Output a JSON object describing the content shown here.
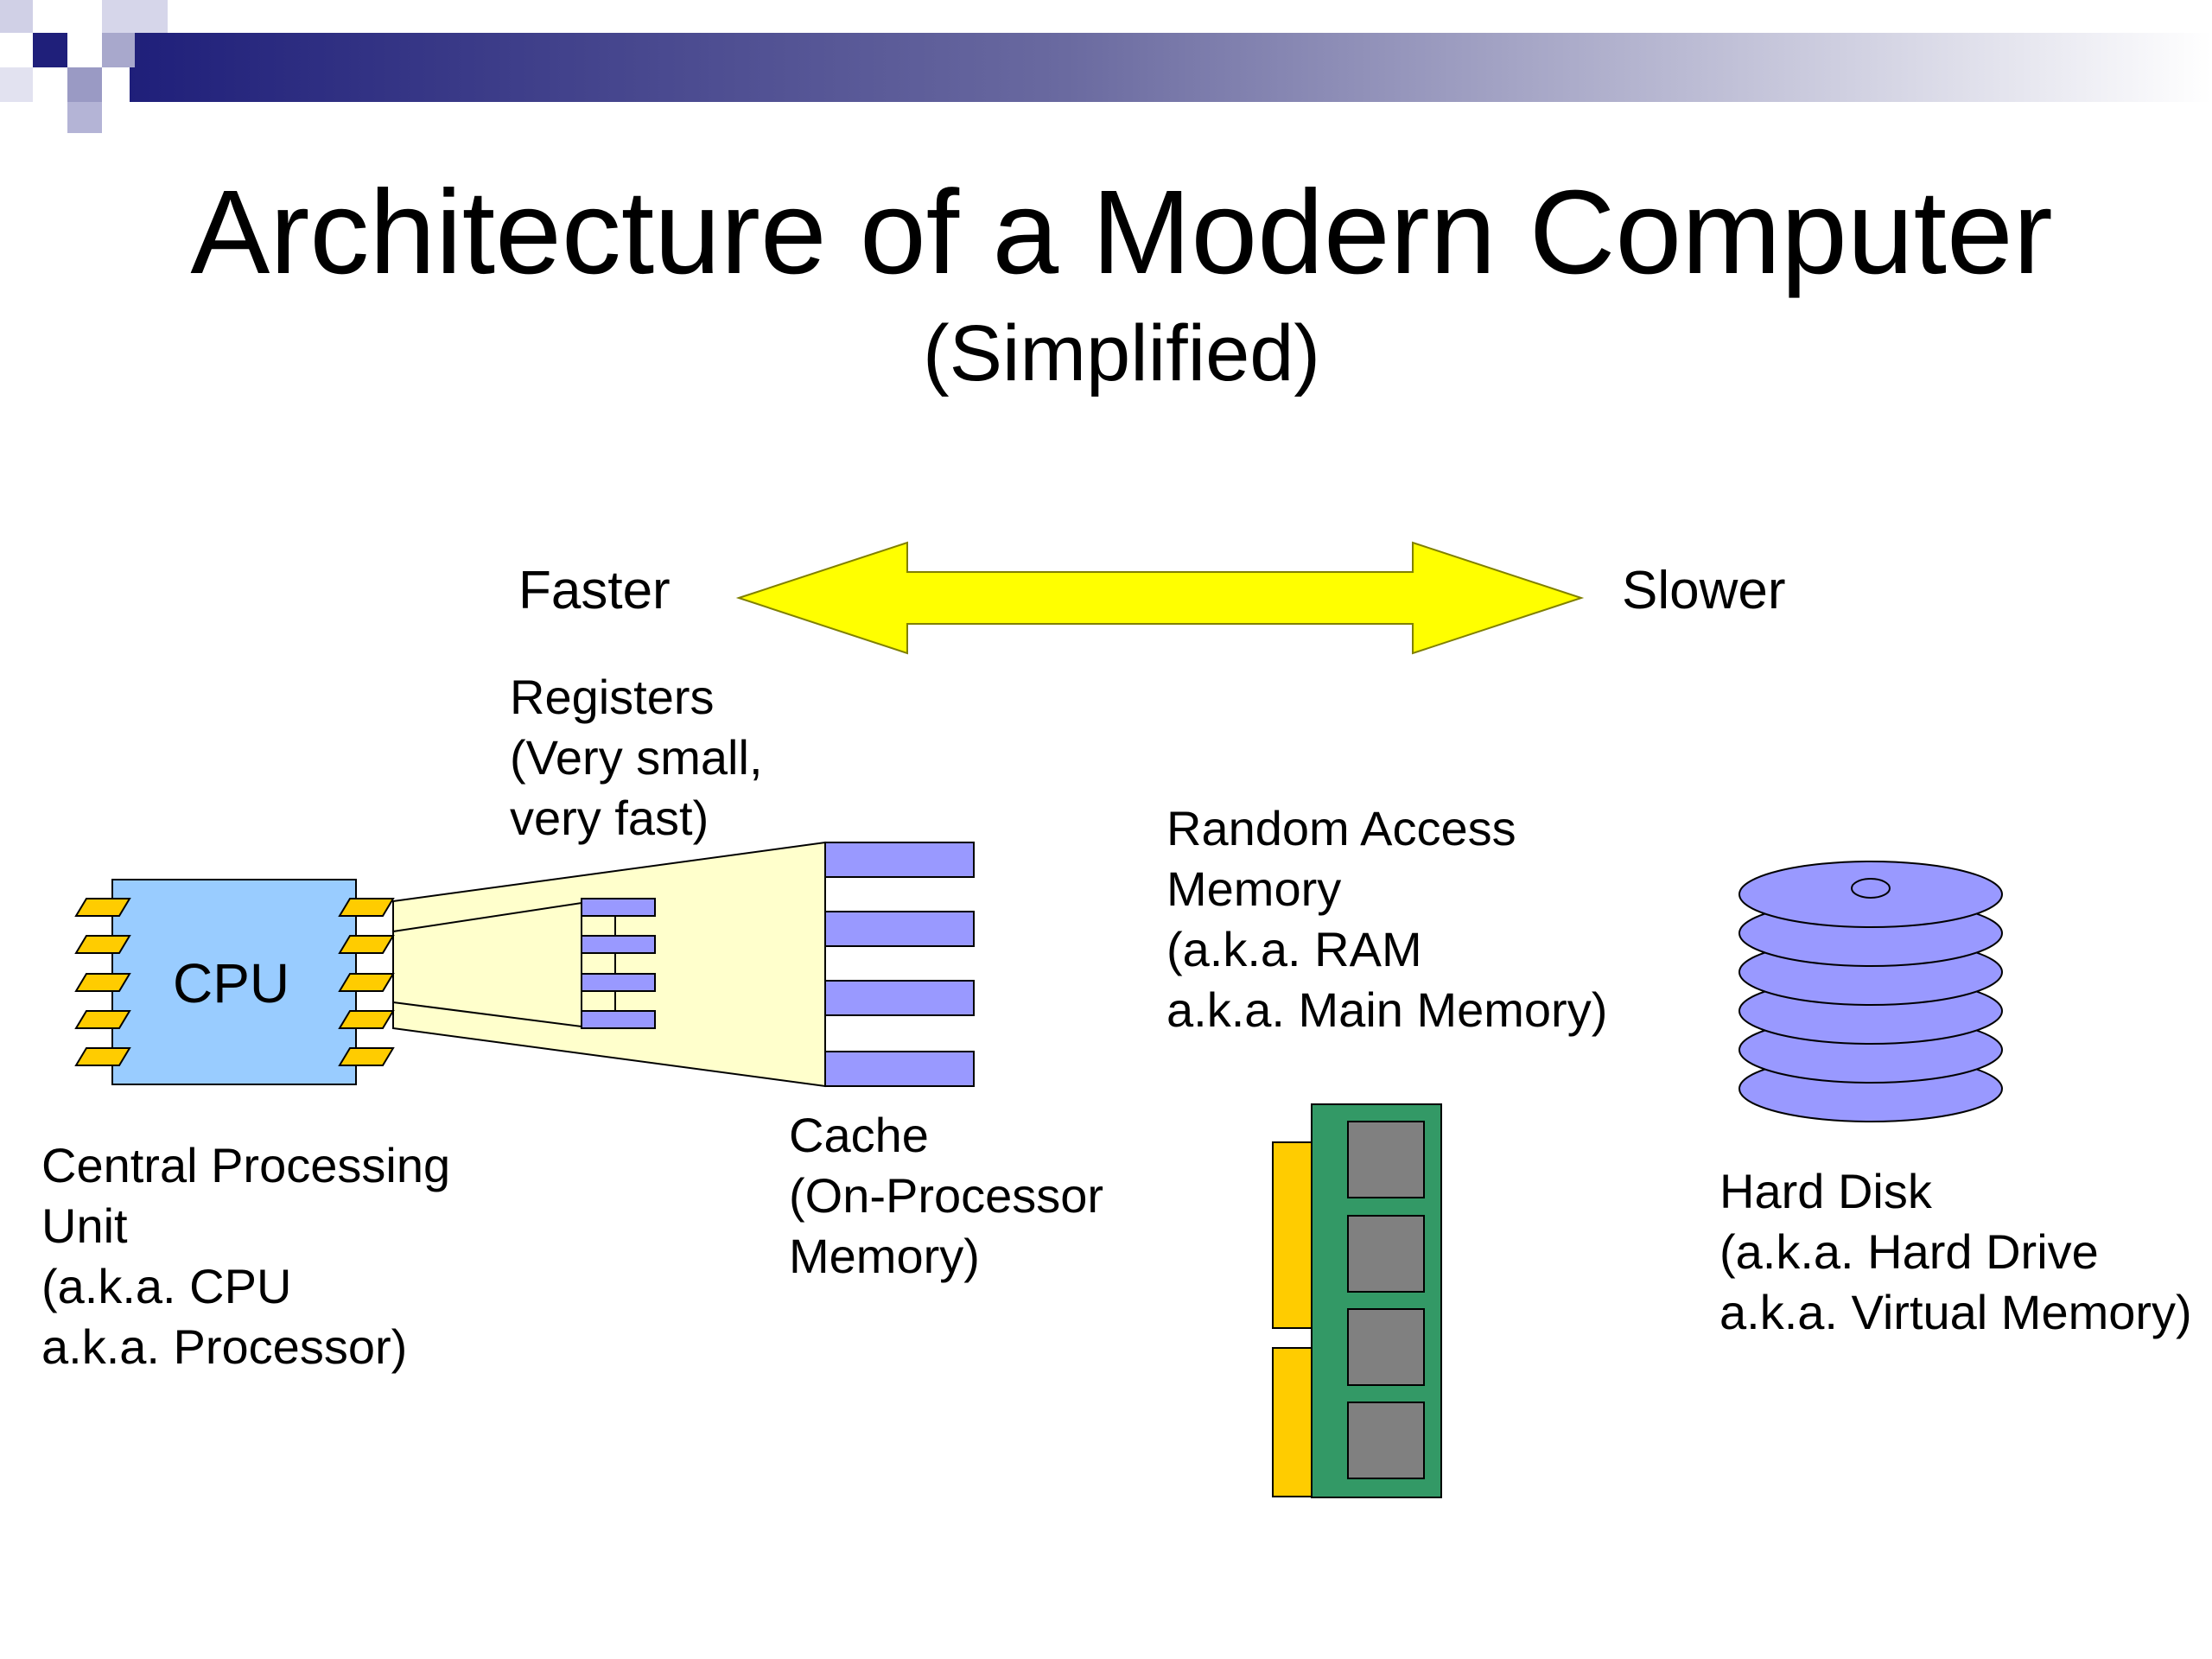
{
  "slide": {
    "title": "Architecture of a Modern Computer",
    "subtitle": "(Simplified)"
  },
  "speed_scale": {
    "left_label": "Faster",
    "right_label": "Slower",
    "arrow_color": "#ffff00"
  },
  "components": {
    "registers": {
      "lines": [
        "Registers",
        "(Very small,",
        "very fast)"
      ]
    },
    "cpu": {
      "chip_label": "CPU",
      "lines": [
        "Central Processing",
        "Unit",
        "(a.k.a. CPU",
        "a.k.a. Processor)"
      ],
      "chip_color": "#99ccff",
      "pin_color": "#ffcc00"
    },
    "cache": {
      "lines": [
        "Cache",
        "(On-Processor",
        "Memory)"
      ],
      "bar_color": "#9999ff",
      "fan_color": "#ffffcc"
    },
    "ram": {
      "lines": [
        "Random Access",
        "Memory",
        "(a.k.a. RAM",
        "a.k.a. Main Memory)"
      ],
      "board_color": "#339966",
      "chip_color": "#808080",
      "contact_color": "#ffcc00"
    },
    "hard_disk": {
      "lines": [
        "Hard Disk",
        "(a.k.a. Hard Drive",
        "a.k.a. Virtual Memory)"
      ],
      "platter_color": "#9999ff"
    }
  },
  "header_bar": {
    "dark_color": "#1f1f7a"
  }
}
